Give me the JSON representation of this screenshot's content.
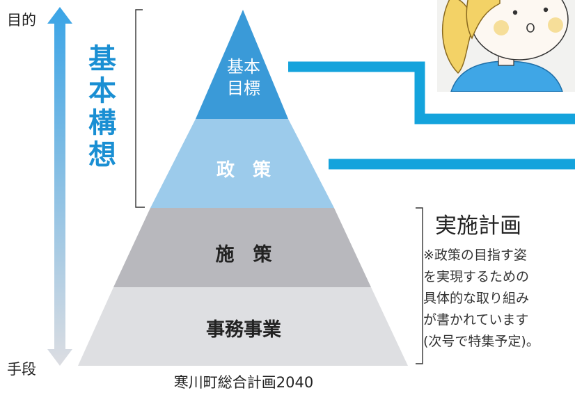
{
  "axis": {
    "top_label": "目的",
    "bottom_label": "手段"
  },
  "bracket_label": {
    "chars": [
      "基",
      "本",
      "構",
      "想"
    ]
  },
  "pyramid": {
    "layers": [
      {
        "lines": [
          "基本",
          "目標"
        ],
        "color": "#3a9ad8"
      },
      {
        "text": "政　策",
        "color": "#9ccbeb"
      },
      {
        "text": "施　策",
        "color": "#b8b8bd"
      },
      {
        "text": "事務事業",
        "color": "#dedfe2"
      }
    ]
  },
  "implementation": {
    "title": "実施計画",
    "note_lines": [
      "※政策の目指す姿",
      "を実現するための",
      "具体的な取り組み",
      "が書かれています",
      "(次号で特集予定)。"
    ]
  },
  "footer": "寒川町総合計画2040",
  "colors": {
    "accent": "#1a8fd3",
    "connector": "#14a3dc",
    "arrow_top": "#3aa4e6",
    "arrow_bottom": "#dcdde2"
  }
}
